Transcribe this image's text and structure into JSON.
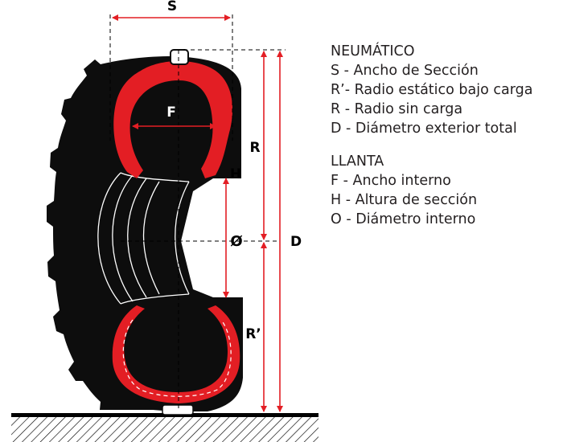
{
  "colors": {
    "tire": "#0d0d0d",
    "rim": "#e31e24",
    "text": "#231f20",
    "ground": "#000000",
    "dim_line": "#e31e24"
  },
  "labels": {
    "S": "S",
    "F": "F",
    "H": "H",
    "O": "Ø",
    "R": "R",
    "Rp": "R’",
    "D": "D"
  },
  "legend": {
    "tire": {
      "heading": "NEUMÁTICO",
      "items": [
        "S - Ancho de Sección",
        "R’- Radio estático bajo carga",
        "R - Radio sin carga",
        "D - Diámetro exterior total"
      ]
    },
    "rim": {
      "heading": "LLANTA",
      "items": [
        "F - Ancho interno",
        "H - Altura de sección",
        "O - Diámetro interno"
      ]
    }
  }
}
